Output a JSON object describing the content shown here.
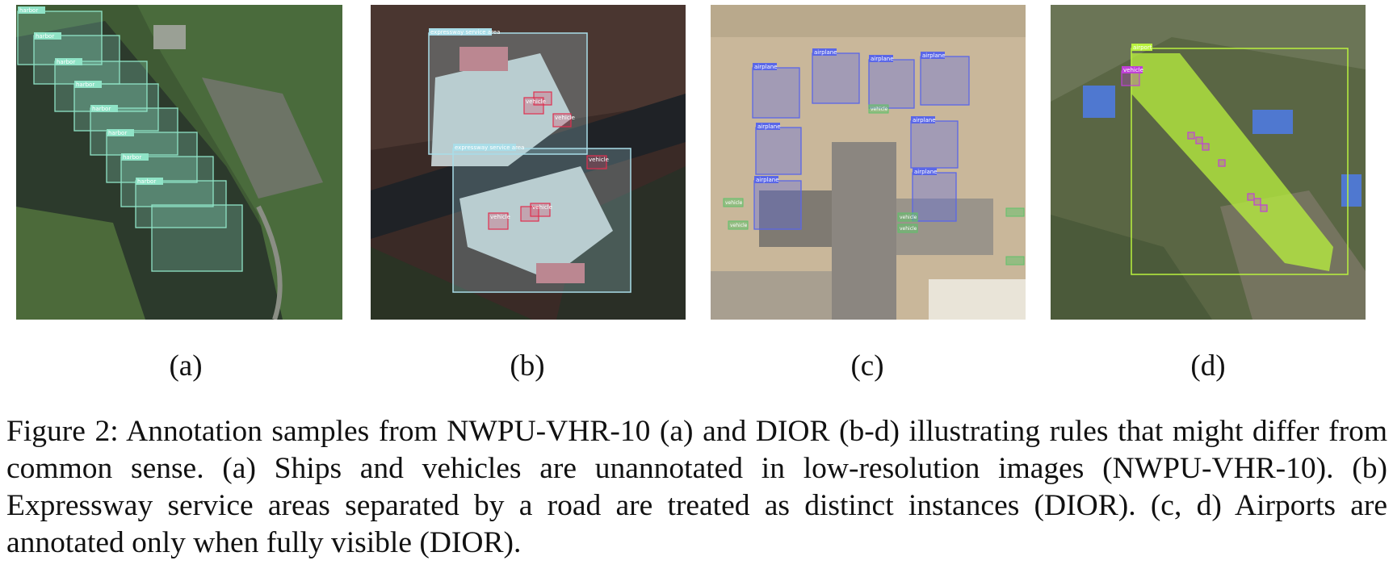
{
  "panels": [
    {
      "sublabel": "(a)",
      "classes": {
        "harbor": "harbor"
      },
      "colors": {
        "annotation": "#8fe3c6",
        "water": "#2c3a2c",
        "land": "#3f5a34"
      }
    },
    {
      "sublabel": "(b)",
      "classes": {
        "service_area": "expressway service area",
        "vehicle": "vehicle"
      },
      "colors": {
        "service_area": "#a9dde8",
        "vehicle": "#e03050"
      }
    },
    {
      "sublabel": "(c)",
      "classes": {
        "airplane": "airplane",
        "vehicle": "vehicle"
      },
      "colors": {
        "airplane": "#5a67e8",
        "vehicle": "#5fc26a"
      }
    },
    {
      "sublabel": "(d)",
      "classes": {
        "airport": "airport",
        "vehicle": "vehicle"
      },
      "colors": {
        "airport": "#b9f23e",
        "vehicle": "#c040d8"
      }
    }
  ],
  "caption": "Figure 2: Annotation samples from NWPU-VHR-10 (a) and DIOR (b-d) illustrating rules that might differ from common sense. (a) Ships and vehicles are unannotated in low-resolution images (NWPU-VHR-10). (b) Expressway service areas separated by a road are treated as distinct instances (DIOR). (c, d) Airports are annotated only when fully visible (DIOR)."
}
